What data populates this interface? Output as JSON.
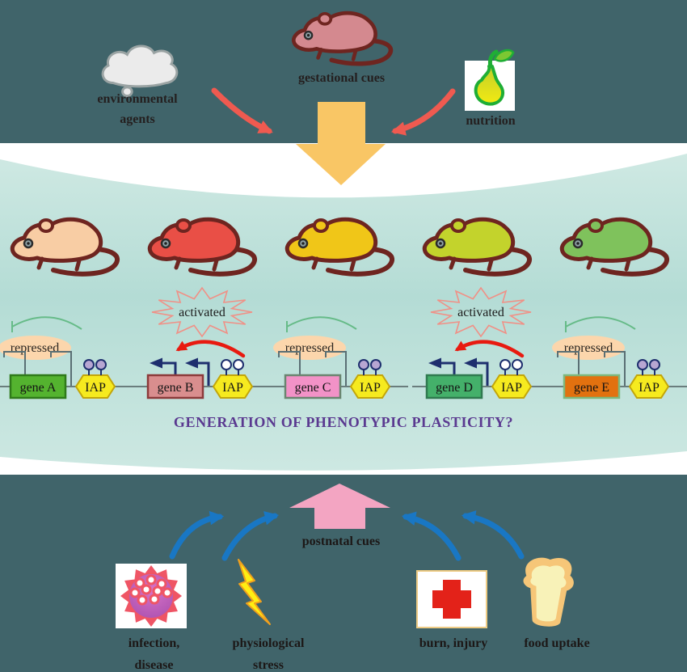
{
  "figure": {
    "title": "GENERATION OF PHENOTYPIC PLASTICITY?"
  },
  "colors": {
    "band": "#40646a",
    "panel_top": "#cfe9e3",
    "panel_mid": "#b4dcd5",
    "panel_bottom": "#cde8e2",
    "orange_arrow": "#f9c665",
    "pink_arrow": "#f3a5c2",
    "red_arrow": "#ef5a50",
    "blue_arrow": "#1977c4",
    "title_color": "#5a3990",
    "iap_fill": "#f6ea1f",
    "iap_border": "#c2a50a",
    "repressed_fill": "#fcd6ac",
    "starburst_outline": "#f09086",
    "navy": "#1e2f6e",
    "activation_arrow": "#e81a10",
    "inhibition_arc": "#66bb88",
    "lollipop_repressed": "#b7a6d2",
    "lollipop_activated": "#ffffff",
    "mouse_outline": "#6e2520"
  },
  "top": {
    "environmental_line1": "environmental",
    "environmental_line2": "agents",
    "gestational": "gestational cues",
    "nutrition": "nutrition"
  },
  "mice": {
    "maternal": {
      "color": "#d4898f"
    },
    "row": [
      {
        "color": "#f8cda4"
      },
      {
        "color": "#e94f46"
      },
      {
        "color": "#f0c618"
      },
      {
        "color": "#c3d32c"
      },
      {
        "color": "#7fc25c"
      }
    ]
  },
  "genes": {
    "iap_label": "IAP",
    "repressed_label": "repressed",
    "activated_label": "activated",
    "units": [
      {
        "name": "gene A",
        "state": "repressed",
        "fill": "#54b32f",
        "border": "#2f7a1a"
      },
      {
        "name": "gene B",
        "state": "activated",
        "fill": "#d98e8e",
        "border": "#8c3a3a"
      },
      {
        "name": "gene C",
        "state": "repressed",
        "fill": "#f292c7",
        "border": "#6a8570"
      },
      {
        "name": "gene D",
        "state": "activated",
        "fill": "#44b06a",
        "border": "#2f7a4f"
      },
      {
        "name": "gene E",
        "state": "repressed",
        "fill": "#e2710f",
        "border": "#7db87d"
      }
    ]
  },
  "bottom": {
    "postnatal": "postnatal cues",
    "infection_line1": "infection,",
    "infection_line2": "disease",
    "stress_line1": "physiological",
    "stress_line2": "stress",
    "burn": "burn, injury",
    "food": "food uptake"
  },
  "icons": {
    "environmental": "cloud-icon",
    "gestational": "mouse-icon",
    "nutrition": "pear-icon",
    "prenatal_flow": "big-down-arrow",
    "postnatal_flow": "big-up-arrow",
    "infection": "virus-icon",
    "stress": "lightning-icon",
    "burn": "red-cross-icon",
    "food": "bread-icon",
    "methylation": "lollipop-icon",
    "silenced_promoter": "blocked-promoter-icon",
    "active_promoter": "transcription-arrow-icon"
  }
}
